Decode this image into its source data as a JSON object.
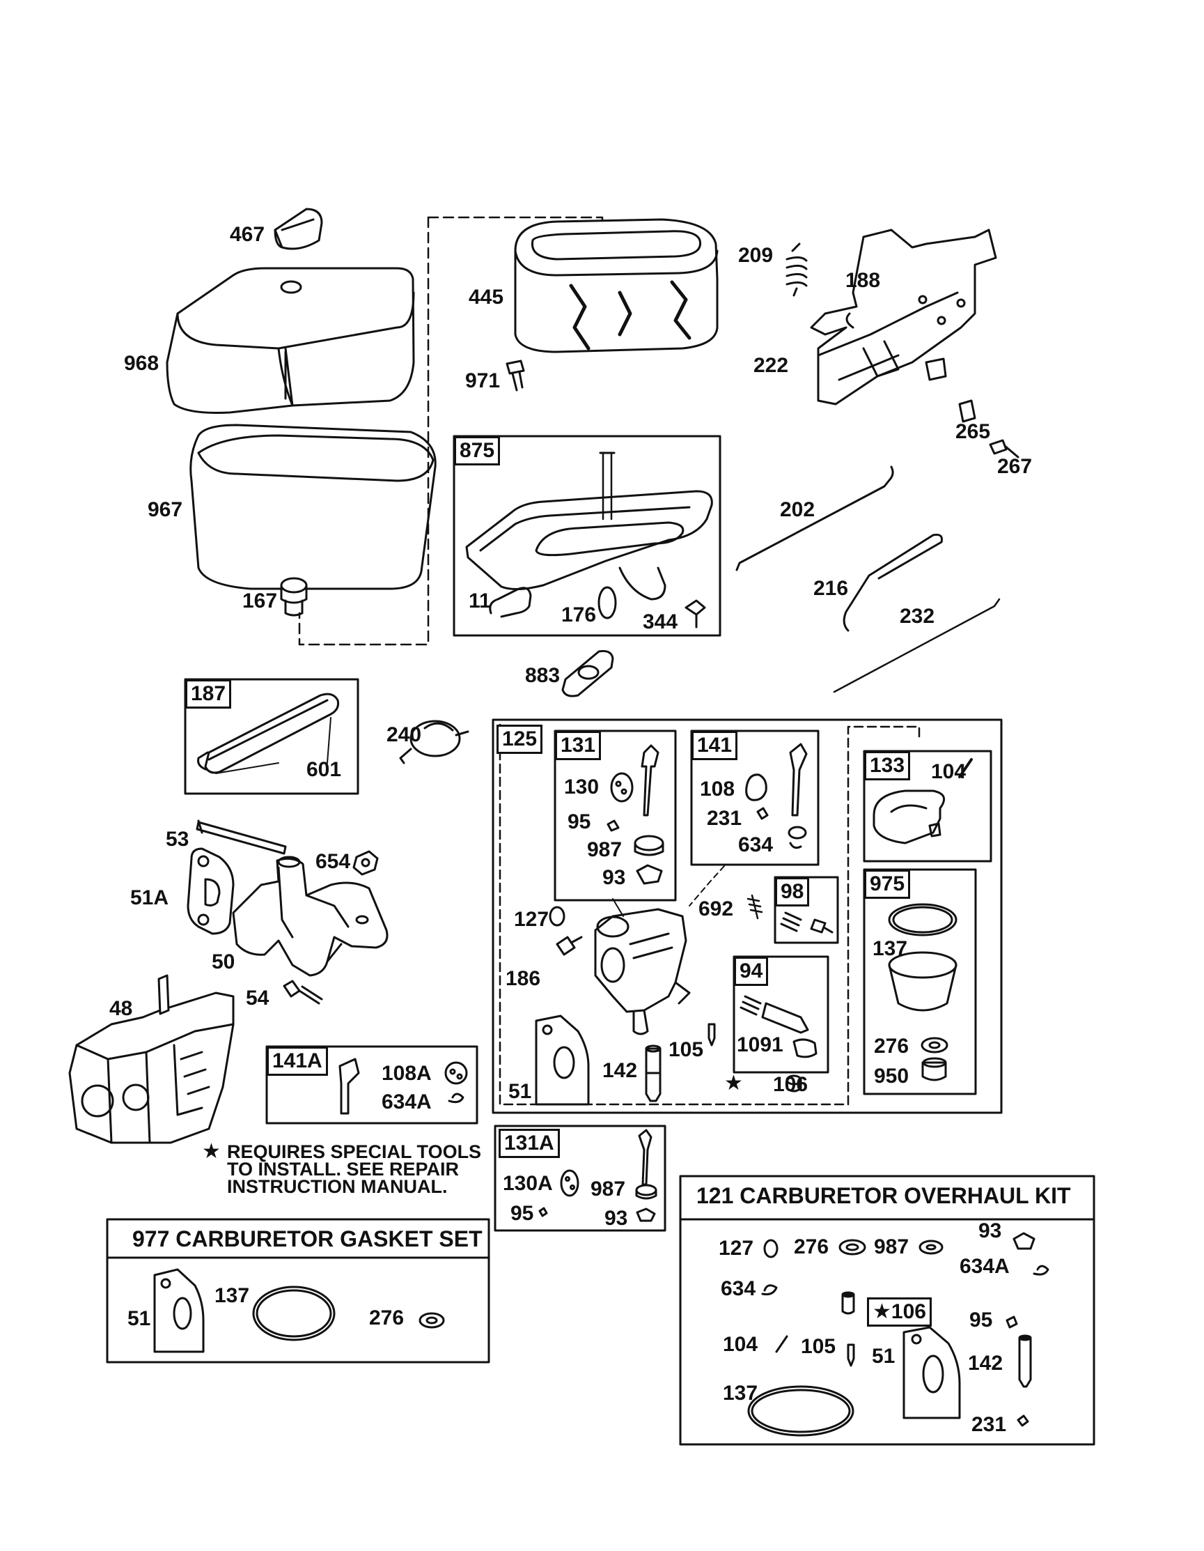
{
  "parts": {
    "p467": "467",
    "p968": "968",
    "p967": "967",
    "p167": "167",
    "p445": "445",
    "p971": "971",
    "p875": "875",
    "p11": "11",
    "p176": "176",
    "p344": "344",
    "p883": "883",
    "p209": "209",
    "p188": "188",
    "p222": "222",
    "p265": "265",
    "p267": "267",
    "p202": "202",
    "p216": "216",
    "p232": "232",
    "p187": "187",
    "p601": "601",
    "p240": "240",
    "p53": "53",
    "p654": "654",
    "p51A": "51A",
    "p50": "50",
    "p54": "54",
    "p48": "48",
    "p125": "125",
    "p131": "131",
    "p130": "130",
    "p95": "95",
    "p987": "987",
    "p93": "93",
    "p141": "141",
    "p108": "108",
    "p231": "231",
    "p634": "634",
    "p133": "133",
    "p104": "104",
    "p127": "127",
    "p692": "692",
    "p98": "98",
    "p975": "975",
    "p137": "137",
    "p186": "186",
    "p94": "94",
    "p1091": "1091",
    "p105": "105",
    "p142": "142",
    "p51": "51",
    "p106": "106",
    "p276": "276",
    "p950": "950",
    "p141A": "141A",
    "p108A": "108A",
    "p634A": "634A",
    "p131A": "131A",
    "p130A": "130A",
    "p987b": "987",
    "p95b": "95",
    "p93b": "93"
  },
  "note": {
    "star": "★",
    "line1": "REQUIRES SPECIAL TOOLS",
    "line2": "TO INSTALL.  SEE REPAIR",
    "line3": "INSTRUCTION MANUAL."
  },
  "gasket_set": {
    "title": "977 CARBURETOR GASKET SET",
    "p51": "51",
    "p137": "137",
    "p276": "276"
  },
  "overhaul_kit": {
    "title": "121 CARBURETOR OVERHAUL KIT",
    "p127": "127",
    "p276": "276",
    "p987": "987",
    "p93": "93",
    "p634A": "634A",
    "p634": "634",
    "p106": "106",
    "p95": "95",
    "p104": "104",
    "p105": "105",
    "p51": "51",
    "p142": "142",
    "p137": "137",
    "p231": "231",
    "star": "★"
  }
}
